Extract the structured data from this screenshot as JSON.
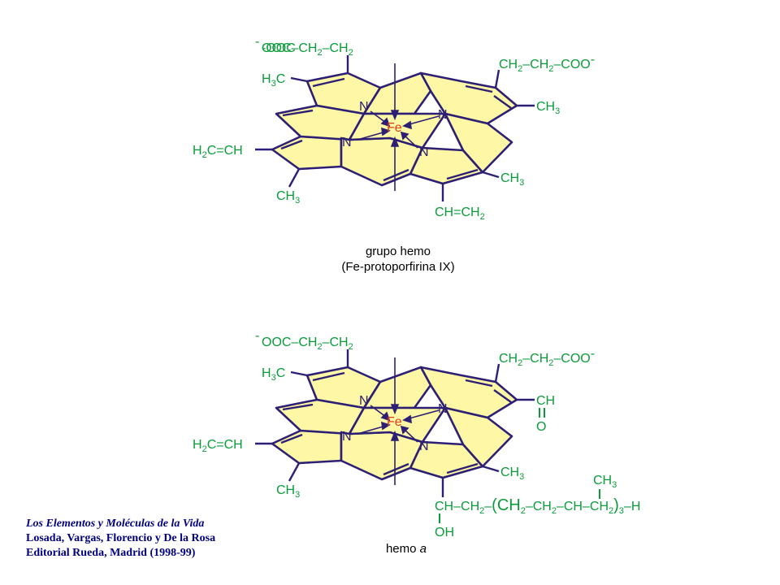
{
  "colors": {
    "ring_fill": "#fdf7a6",
    "bond_stroke": "#2d2074",
    "substituent": "#0b9b3a",
    "iron": "#e03b1f",
    "nitrogen": "#2d2074",
    "credits": "#000080"
  },
  "heme_b": {
    "atoms": {
      "fe": "Fe",
      "n1": "N",
      "n2": "N",
      "n3": "N",
      "n4": "N"
    },
    "sub_top_left": [
      "-OOC",
      "CH",
      "2",
      "CH",
      "2"
    ],
    "sub_top_left_text": "OOC–CH2–CH2",
    "charge": "-",
    "h3c": "H3C",
    "h3c_parts": [
      "H",
      "3",
      "C"
    ],
    "sub_top_right_parts": [
      "CH",
      "2",
      "CH",
      "2",
      "COO",
      "-"
    ],
    "ch3_right_parts": [
      "CH",
      "3"
    ],
    "vinyl_left_parts": [
      "H",
      "2",
      "C",
      "CH"
    ],
    "ch3_bottom_left_parts": [
      "CH",
      "3"
    ],
    "ch3_bottom_right_parts": [
      "CH",
      "3"
    ],
    "vinyl_bottom_parts": [
      "CH",
      "CH",
      "2"
    ],
    "caption_line1": "grupo hemo",
    "caption_line2": "(Fe-protoporfirina IX)"
  },
  "heme_a": {
    "atoms": {
      "fe": "Fe",
      "n1": "N",
      "n2": "N",
      "n3": "N",
      "n4": "N"
    },
    "formyl_parts": [
      "CH",
      "O"
    ],
    "tail_parts": [
      "CH",
      "CH",
      "2",
      "(CH",
      "2",
      "CH",
      "2",
      "CH",
      "CH",
      "2",
      ")",
      "3",
      "H"
    ],
    "tail_ch3_parts": [
      "CH",
      "3"
    ],
    "oh": "OH",
    "caption": "hemo a",
    "caption_prefix": "hemo",
    "caption_suffix": "a"
  },
  "credits": {
    "line1": "Los Elementos y Moléculas de la Vida",
    "line2": "Losada, Vargas, Florencio y De la Rosa",
    "line3": "Editorial Rueda, Madrid (1998-99)"
  }
}
